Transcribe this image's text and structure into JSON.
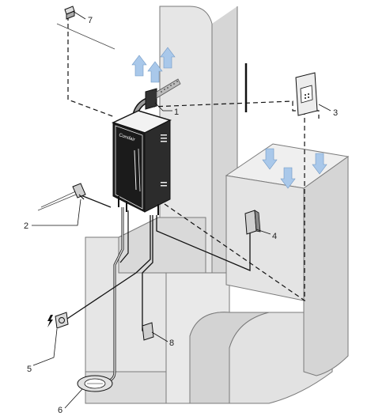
{
  "callouts": [
    {
      "id": "1",
      "label": "1"
    },
    {
      "id": "2",
      "label": "2"
    },
    {
      "id": "3",
      "label": "3"
    },
    {
      "id": "4",
      "label": "4"
    },
    {
      "id": "5",
      "label": "5"
    },
    {
      "id": "6",
      "label": "6"
    },
    {
      "id": "7",
      "label": "7"
    },
    {
      "id": "8",
      "label": "8"
    }
  ],
  "unit": {
    "brand_label": "Condair"
  },
  "colors": {
    "airflow_arrow": "#a9c8ea",
    "airflow_arrow_stroke": "#6f97c4",
    "duct_fill": "#e3e3e3",
    "duct_stroke": "#6a6a6a",
    "unit_body": "#1d1d1d",
    "line": "#111111"
  },
  "icons": [
    "lightning-icon",
    "airflow-arrow-icon"
  ]
}
